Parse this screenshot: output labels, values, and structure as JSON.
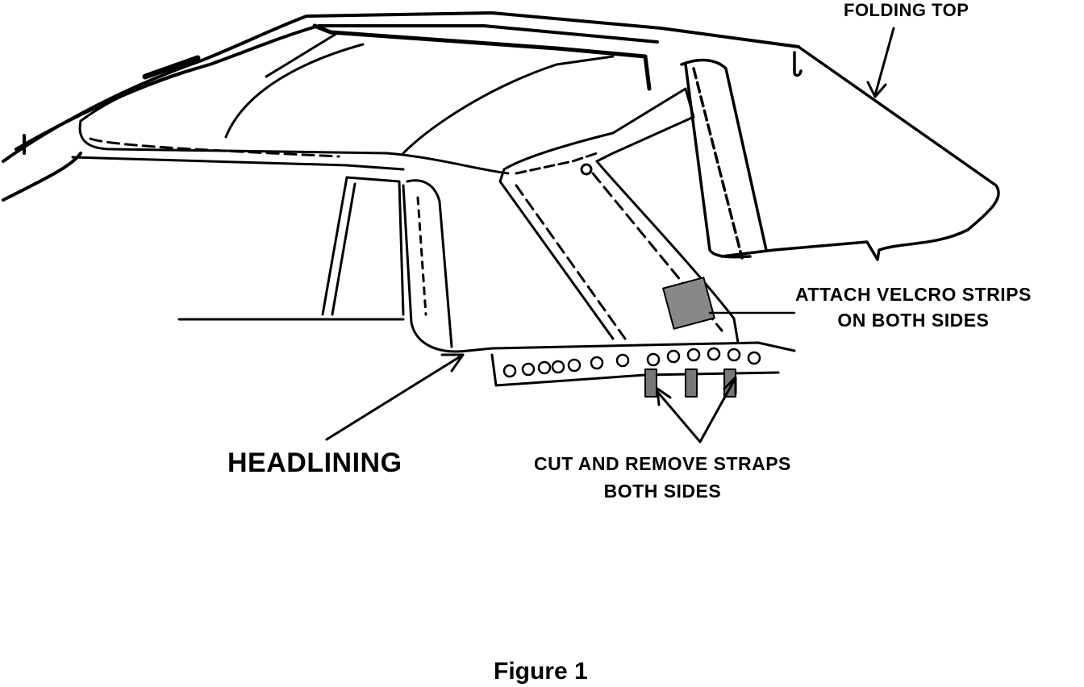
{
  "labels": {
    "folding_top": "FOLDING TOP",
    "velcro_line1": "ATTACH VELCRO STRIPS",
    "velcro_line2": "ON BOTH SIDES",
    "headlining": "HEADLINING",
    "straps_line1": "CUT AND REMOVE STRAPS",
    "straps_line2": "BOTH SIDES"
  },
  "caption": "Figure 1"
}
